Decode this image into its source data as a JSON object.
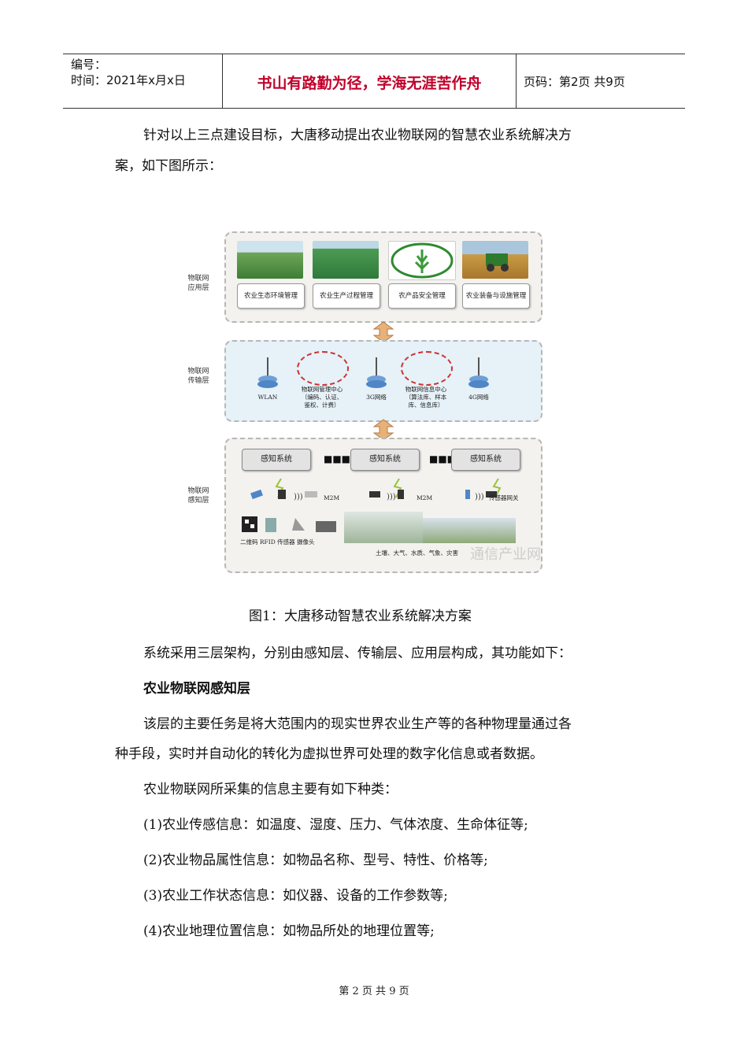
{
  "header": {
    "code_label": "编号：",
    "time_label": "时间：2021年x月x日",
    "motto": "书山有路勤为径，学海无涯苦作舟",
    "page_label": "页码：第2页  共9页"
  },
  "intro": {
    "line1": "针对以上三点建设目标，大唐移动提出农业物联网的智慧农业系统解决方",
    "line2": "案，如下图所示："
  },
  "diagram": {
    "application_layer": {
      "title_line1": "物联网",
      "title_line2": "应用层",
      "modules": [
        "农业生态环境管理",
        "农业生产过程管理",
        "农产品安全管理",
        "农业装备与设施管理"
      ]
    },
    "transport_layer": {
      "title_line1": "物联网",
      "title_line2": "传输层",
      "networks": [
        "WLAN",
        "3G网络",
        "4G网络"
      ],
      "mgmt_center": [
        "物联网管理中心",
        "（编码、认证、",
        "鉴权、计费）"
      ],
      "info_center": [
        "物联网信息中心",
        "（算法库、样本",
        "库、信息库）"
      ]
    },
    "perception_layer": {
      "title_line1": "物联网",
      "title_line2": "感知层",
      "systems": [
        "感知系统",
        "感知系统",
        "感知系统"
      ],
      "dots": "■■■",
      "m2m": "M2M",
      "gateway": "传感器网关",
      "devices": "二维码 RFID   传感器  摄像头",
      "env": "土壤、大气、水质、气象、灾害"
    },
    "watermark": "通信产业网"
  },
  "caption": "图1：大唐移动智慧农业系统解决方案",
  "body": {
    "p1": "系统采用三层架构，分别由感知层、传输层、应用层构成，其功能如下：",
    "heading": "农业物联网感知层",
    "p2_line1": "该层的主要任务是将大范围内的现实世界农业生产等的各种物理量通过各",
    "p2_line2": "种手段，实时并自动化的转化为虚拟世界可处理的数字化信息或者数据。",
    "p3": "农业物联网所采集的信息主要有如下种类：",
    "items": [
      "(1)农业传感信息：如温度、湿度、压力、气体浓度、生命体征等;",
      "(2)农业物品属性信息：如物品名称、型号、特性、价格等;",
      "(3)农业工作状态信息：如仪器、设备的工作参数等;",
      "(4)农业地理位置信息：如物品所处的地理位置等;"
    ]
  },
  "footer": "第 2 页 共 9 页"
}
